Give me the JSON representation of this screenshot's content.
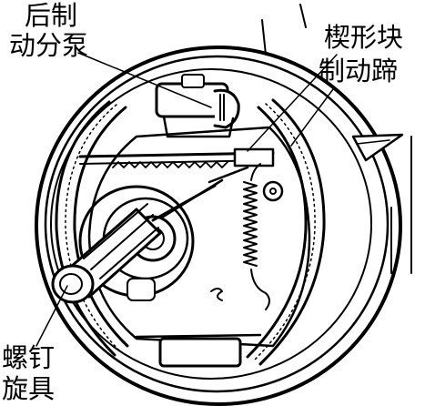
{
  "labels": {
    "rear_wheel_cylinder_line1": "后制",
    "rear_wheel_cylinder_line2": "动分泵",
    "wedge_block": "楔形块",
    "brake_shoe": "制动蹄",
    "screwdriver_tool_line1": "螺钉",
    "screwdriver_tool_line2": "旋具"
  }
}
